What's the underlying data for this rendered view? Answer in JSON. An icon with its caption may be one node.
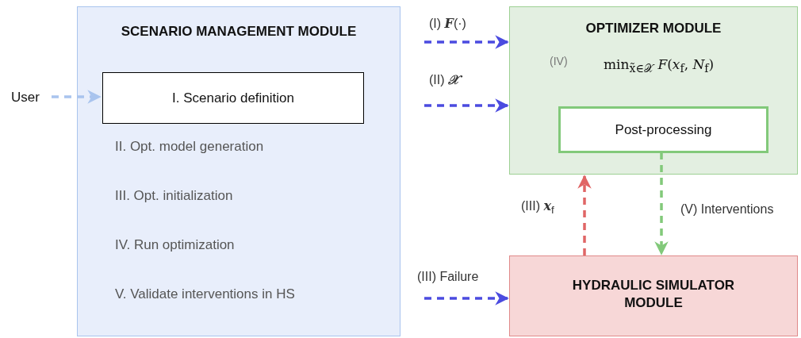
{
  "diagram": {
    "nodes": [
      {
        "text": [
          "SCENARIO MANAGEMENT MODULE",
          "II. Opt. model generation",
          "III. Opt. initialization",
          "IV. Run optimization",
          "V. Validate interventions in HS"
        ]
      },
      {
        "text": [
          "I. Scenario definition"
        ],
        "in": 0
      },
      {
        "text": [
          "User"
        ]
      },
      {
        "text": [
          "OPTIMIZER MODULE",
          "(IV)",
          "min$_{x̃∈𝒳}$ *F*(*x*$_{f}$, *N*$_{f}$)"
        ]
      },
      {
        "text": [
          "Post-processing"
        ],
        "in": 3
      },
      {
        "text": [
          "HYDRAULIC SIMULATOR MODULE"
        ]
      }
    ],
    "edges": [
      {
        "from": 2,
        "to": 1,
        "arrow": "to",
        "style": "dashed",
        "color": "#a9c4ee"
      },
      {
        "from": null,
        "to": 3,
        "arrow": "to",
        "label": "(I) *F*(·)",
        "style": "dashed",
        "color": "#4b4be0"
      },
      {
        "from": null,
        "to": 3,
        "arrow": "to",
        "label": "(II) *𝒳*",
        "style": "dashed",
        "color": "#4b4be0"
      },
      {
        "from": 5,
        "to": 3,
        "arrow": "to",
        "label": "(III) *x*$_{f}$",
        "style": "dashed",
        "color": "#e06666"
      },
      {
        "from": 4,
        "to": 5,
        "arrow": "to",
        "label": "(V) Interventions",
        "style": "dashed",
        "color": "#82c97a"
      },
      {
        "from": null,
        "to": 5,
        "arrow": "to",
        "label": "(III) Failure",
        "style": "dashed",
        "color": "#4b4be0"
      }
    ]
  }
}
